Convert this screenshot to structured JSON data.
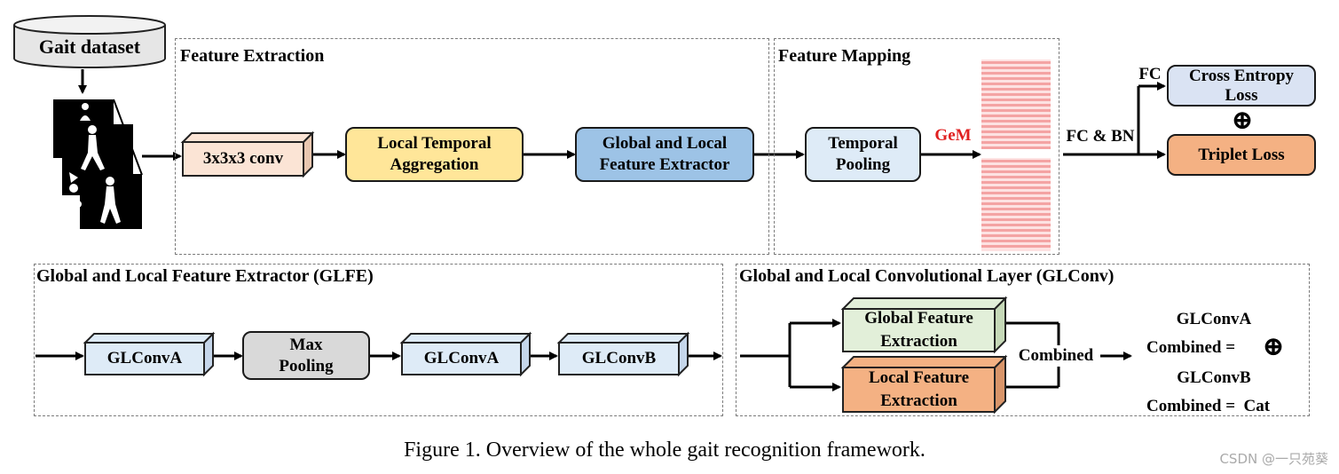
{
  "dataset": {
    "label": "Gait dataset"
  },
  "feature_extraction": {
    "title": "Feature Extraction",
    "conv_label": "3x3x3 conv",
    "lta_label": "Local Temporal\nAggregation",
    "glfe_label": "Global and Local\nFeature Extractor"
  },
  "feature_mapping": {
    "title": "Feature Mapping",
    "temporal_pooling_label": "Temporal\nPooling",
    "gem_label": "GeM"
  },
  "heads": {
    "fc_bn_label": "FC & BN",
    "fc_label": "FC",
    "cross_entropy_label": "Cross Entropy\nLoss",
    "plus_symbol": "⊕",
    "triplet_label": "Triplet Loss"
  },
  "glfe_panel": {
    "title": "Global and Local Feature Extractor (GLFE)",
    "block1": "GLConvA",
    "max_pooling": "Max\nPooling",
    "block2": "GLConvA",
    "block3": "GLConvB"
  },
  "glconv_panel": {
    "title": "Global and Local Convolutional Layer (GLConv)",
    "global_label": "Global Feature\nExtraction",
    "local_label": "Local Feature\nExtraction",
    "combined_label": "Combined",
    "glconva_label": "GLConvA",
    "combined_eq_a": "Combined =",
    "plus_symbol": "⊕",
    "glconvb_label": "GLConvB",
    "combined_eq_b": "Combined =  Cat"
  },
  "caption": "Figure 1. Overview of the whole gait recognition framework.",
  "watermark": "CSDN @一只苑葵",
  "colors": {
    "conv": "#fbe4d5",
    "lta": "#ffe699",
    "glfe": "#9dc3e6",
    "pool": "#deebf7",
    "gem_red": "#e02020",
    "stripe": "#f4a3a3",
    "cross_entropy": "#dae3f3",
    "triplet": "#f4b183",
    "glconv_cube": "#deebf7",
    "max_pool": "#d9d9d9",
    "global_cube": "#e2efd9",
    "local_cube": "#f4b183"
  }
}
